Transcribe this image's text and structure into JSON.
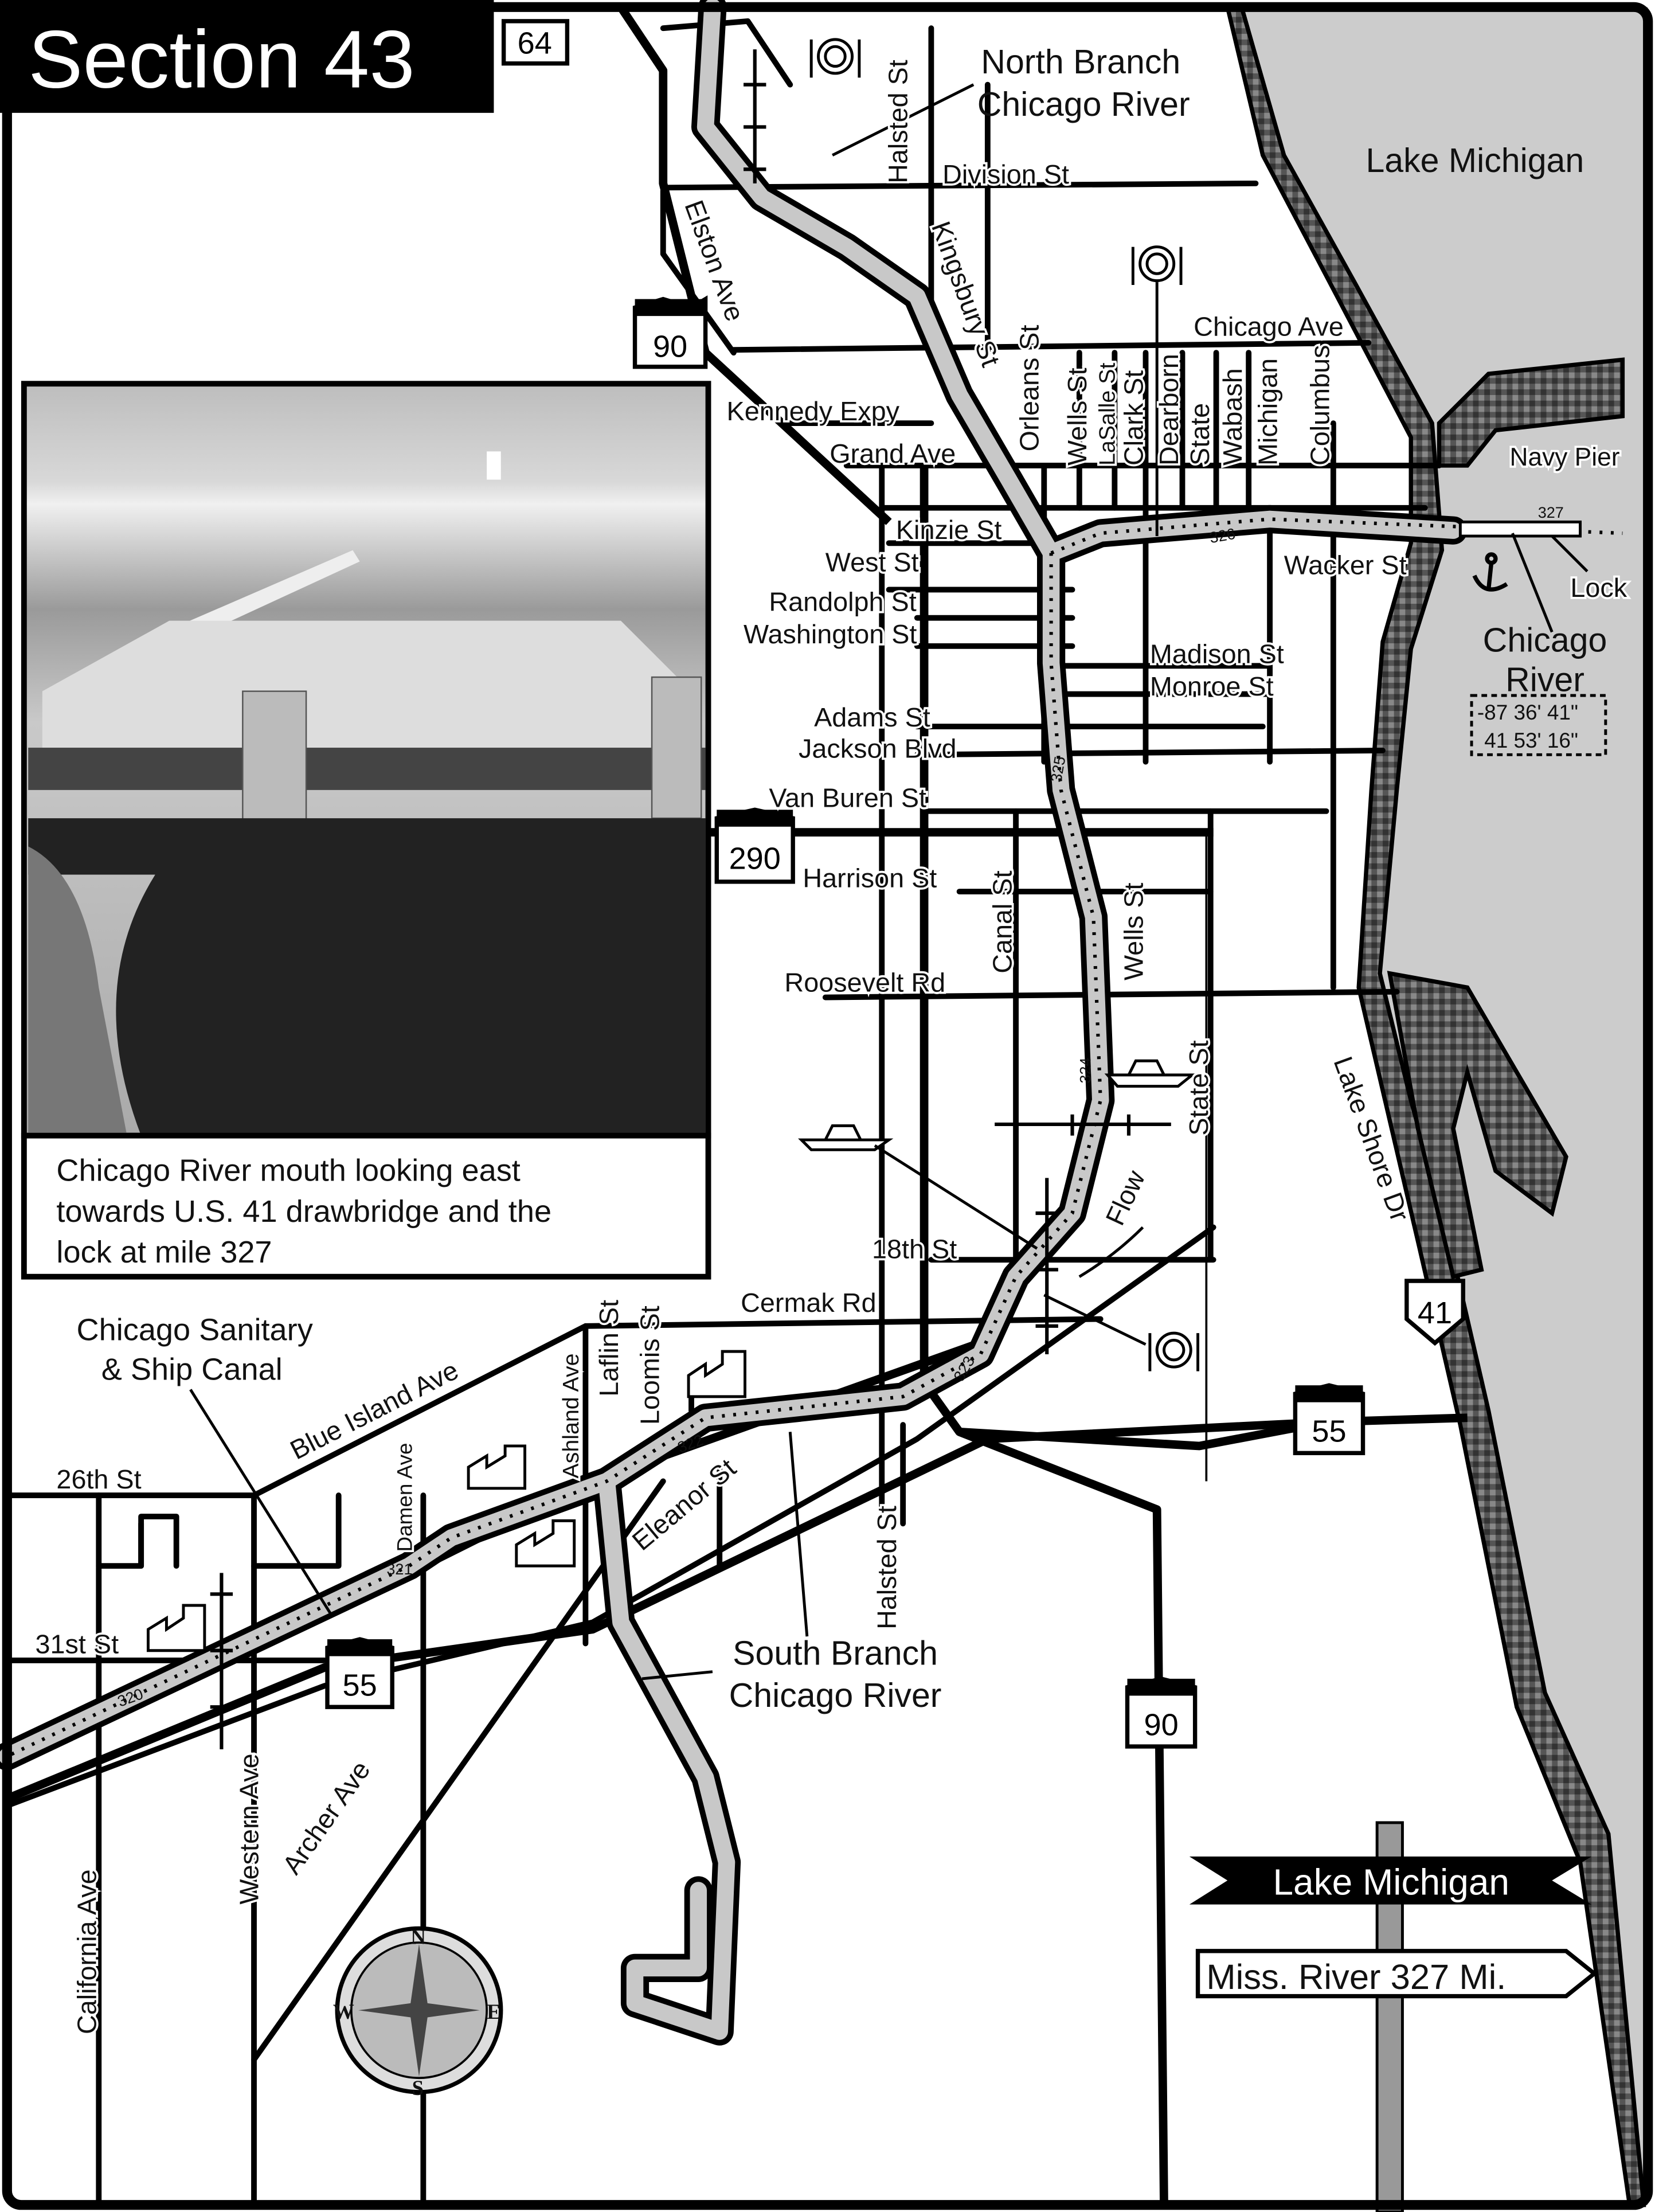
{
  "title": "Section 43",
  "colors": {
    "lake": "#cccccc",
    "river": "#c8c8c8",
    "ink": "#000000",
    "shore": "#4a4a4a"
  },
  "lake_label": "Lake Michigan",
  "navy_pier": "Navy Pier",
  "lock_label": "Lock",
  "chicago_river": {
    "line1": "Chicago",
    "line2": "River"
  },
  "coordinates": {
    "lon": "-87 36' 41\"",
    "lat": "41 53' 16\""
  },
  "north_branch": {
    "line1": "North Branch",
    "line2": "Chicago River"
  },
  "south_branch": {
    "line1": "South Branch",
    "line2": "Chicago River"
  },
  "sanitary_canal": {
    "line1": "Chicago Sanitary",
    "line2": "& Ship Canal"
  },
  "flow_label": "Flow",
  "river_miles": [
    "320",
    "321",
    "322",
    "323",
    "324",
    "325",
    "326",
    "327"
  ],
  "shields": {
    "i90_north": "90",
    "i90_south": "90",
    "i290": "290",
    "i55_west": "55",
    "i55_east": "55",
    "us41": "41",
    "route64": "64"
  },
  "streets": {
    "halsted_n": "Halsted St",
    "division": "Division St",
    "kingsbury": "Kingsbury St",
    "elston": "Elston Ave",
    "chicago_ave": "Chicago Ave",
    "orleans": "Orleans St",
    "wells_n": "Wells St",
    "lasalle": "LaSalle St",
    "clark": "Clark St",
    "dearborn": "Dearborn",
    "state_n": "State",
    "wabash": "Wabash",
    "michigan": "Michigan",
    "columbus": "Columbus",
    "kennedy": "Kennedy Expy",
    "grand": "Grand Ave",
    "kinzie": "Kinzie St",
    "wacker": "Wacker St",
    "west": "West St",
    "randolph": "Randolph St",
    "washington": "Washington St",
    "madison": "Madison St",
    "monroe": "Monroe St",
    "adams": "Adams St",
    "jackson": "Jackson Blvd",
    "van_buren": "Van Buren St",
    "harrison": "Harrison St",
    "canal": "Canal St",
    "wells_s": "Wells St",
    "roosevelt": "Roosevelt Rd",
    "state_s": "State St",
    "lake_shore": "Lake Shore Dr",
    "eighteenth": "18th St",
    "cermak": "Cermak Rd",
    "laflin": "Laflin St",
    "loomis": "Loomis St",
    "ashland": "Ashland Ave",
    "blue_island": "Blue Island Ave",
    "damen": "Damen Ave",
    "twenty_sixth": "26th St",
    "eleanor": "Eleanor St",
    "halsted_s": "Halsted St",
    "thirty_first": "31st St",
    "western": "Western Ave",
    "archer": "Archer Ave",
    "california": "California Ave"
  },
  "photo_caption": {
    "line1": "Chicago River mouth looking east",
    "line2": "towards U.S. 41 drawbridge and the",
    "line3": "lock at mile 327"
  },
  "compass": {
    "n": "N",
    "s": "S",
    "e": "E",
    "w": "W"
  },
  "signpost": {
    "banner": "Lake Michigan",
    "arrow": "Miss. River 327 Mi."
  }
}
